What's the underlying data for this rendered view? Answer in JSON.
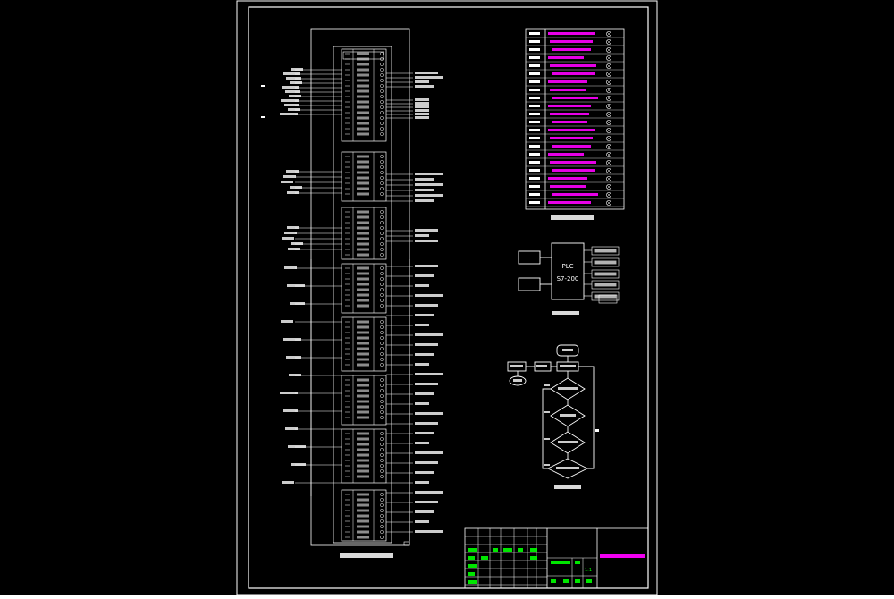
{
  "drawing": {
    "plc_box": {
      "line1": "PLC",
      "line2": "S7-200"
    },
    "title_block": {
      "scale_value": "1:1"
    }
  },
  "colors": {
    "background": "#000000",
    "line": "#ffffff",
    "text": "#ffffff",
    "highlight": "#00ff00",
    "accent": "#ff00ff"
  }
}
